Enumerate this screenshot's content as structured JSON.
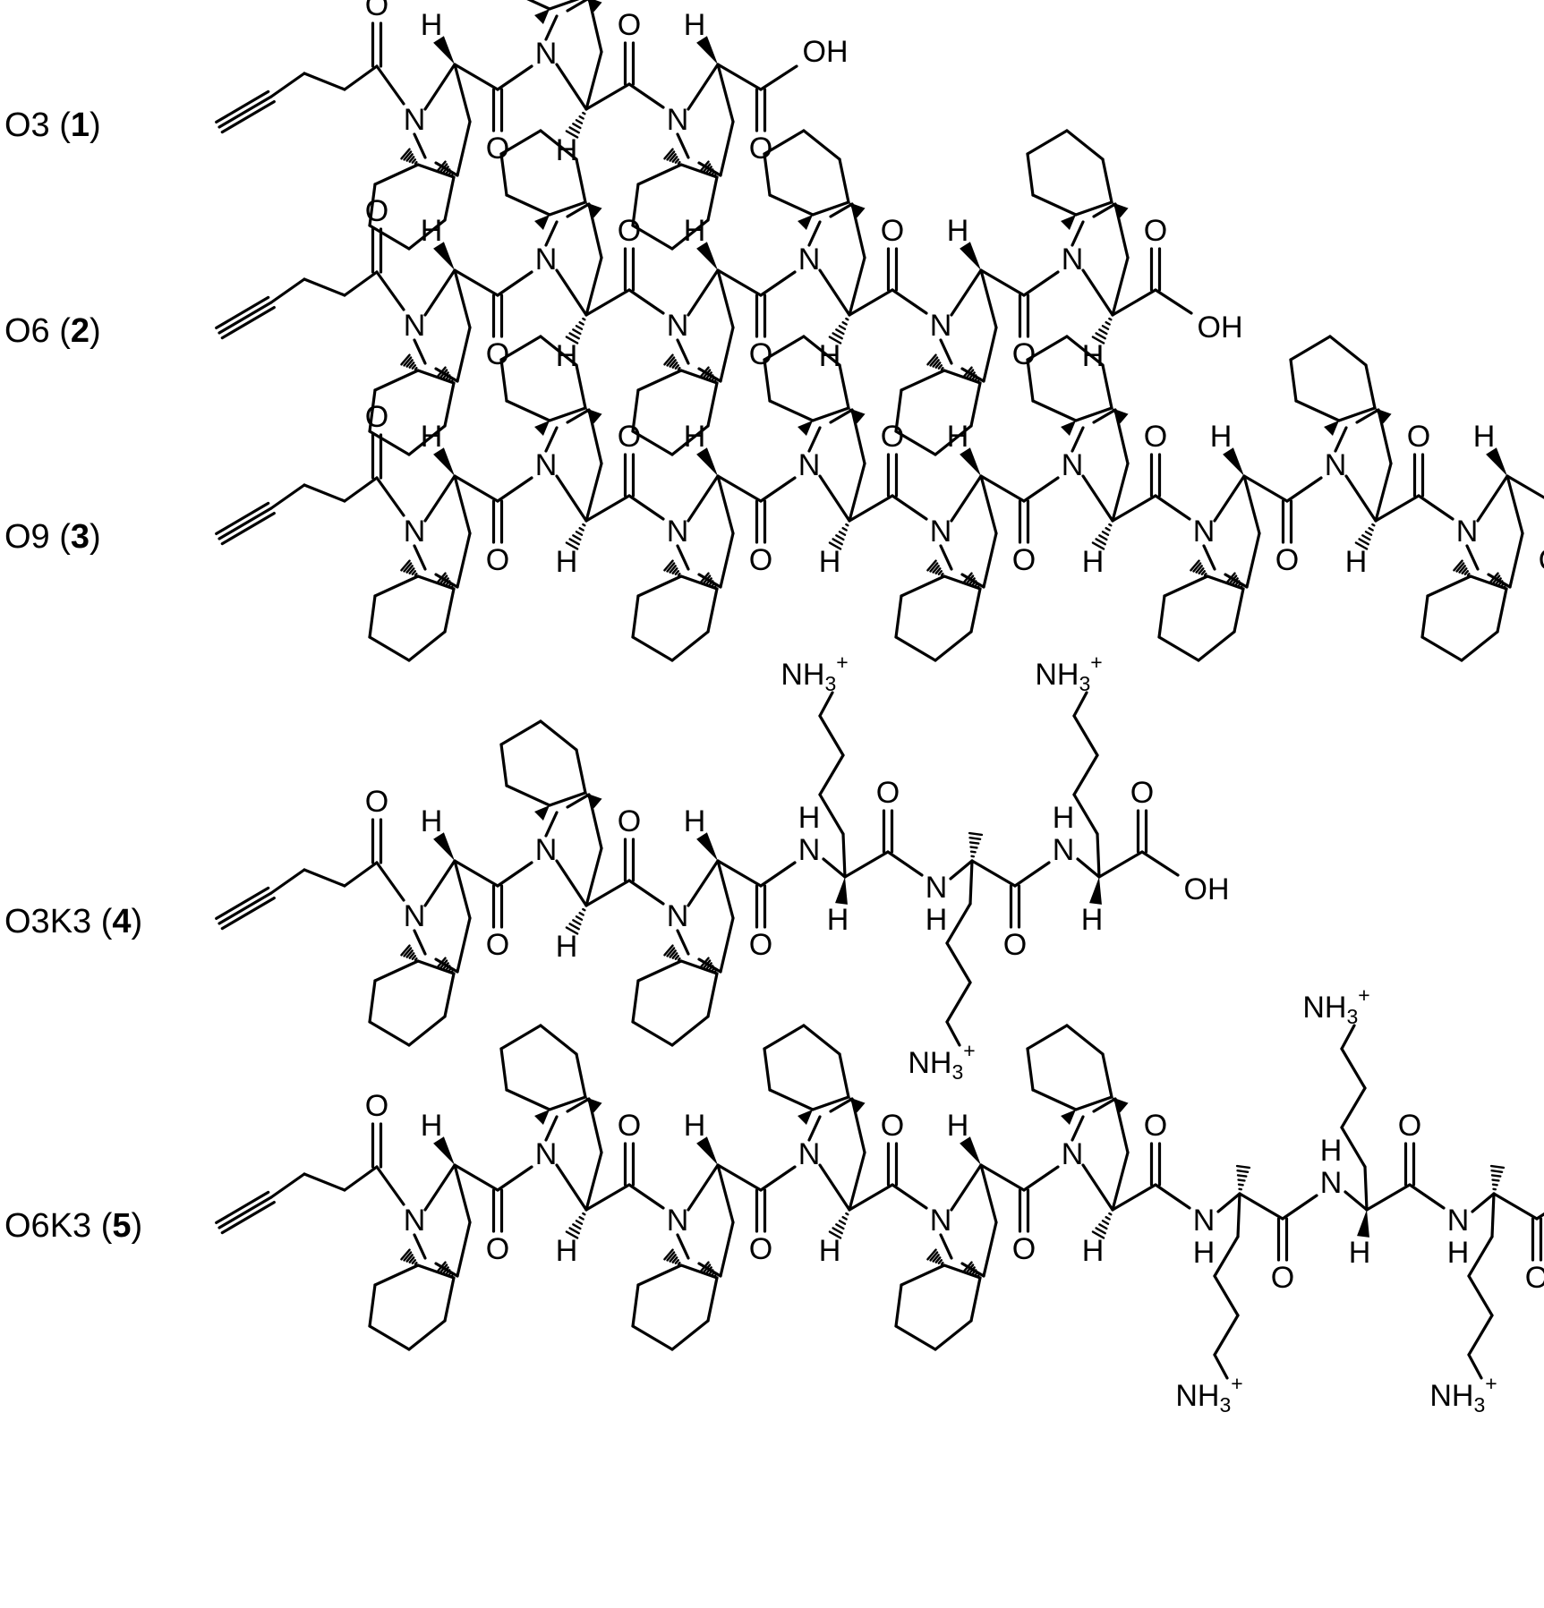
{
  "compounds": [
    {
      "name": "O3",
      "number": "1",
      "oic": 3,
      "lys": 0
    },
    {
      "name": "O6",
      "number": "2",
      "oic": 6,
      "lys": 0
    },
    {
      "name": "O9",
      "number": "3",
      "oic": 9,
      "lys": 0
    },
    {
      "name": "O3K3",
      "number": "4",
      "oic": 3,
      "lys": 3
    },
    {
      "name": "O6K3",
      "number": "5",
      "oic": 6,
      "lys": 3
    }
  ],
  "atoms": {
    "oxygen": "O",
    "nitrogen": "N",
    "hydrogen": "H",
    "hydroxyl": "OH",
    "ammonium_base": "NH",
    "ammonium_sub": "3",
    "ammonium_charge": "+"
  }
}
